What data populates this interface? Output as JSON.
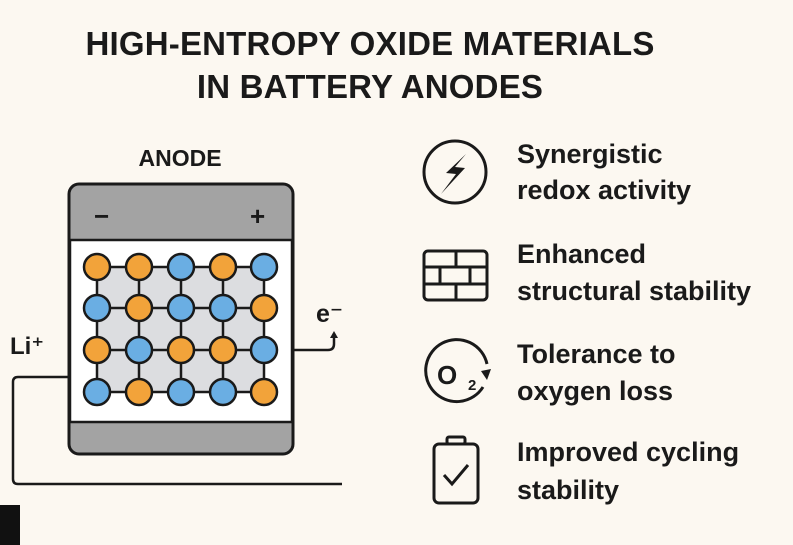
{
  "title": {
    "line1": "HIGH-ENTROPY OXIDE MATERIALS",
    "line2": "IN BATTERY ANODES"
  },
  "anode": {
    "label": "ANODE",
    "minus": "−",
    "plus": "+",
    "li_label": "Li⁺",
    "e_label": "e⁻",
    "lattice": [
      [
        "orange",
        "orange",
        "blue",
        "orange",
        "blue"
      ],
      [
        "blue",
        "orange",
        "blue",
        "blue",
        "orange"
      ],
      [
        "orange",
        "blue",
        "orange",
        "orange",
        "blue"
      ],
      [
        "blue",
        "orange",
        "blue",
        "blue",
        "orange"
      ]
    ],
    "colors": {
      "orange": "#f2a33a",
      "blue": "#6aaee3",
      "casing": "#a3a3a3",
      "lattice_bg": "#dcdde0"
    }
  },
  "features": [
    {
      "icon": "lightning-icon",
      "line1": "Synergistic",
      "line2": "redox activity"
    },
    {
      "icon": "brick-wall-icon",
      "line1": "Enhanced",
      "line2": "structural stability"
    },
    {
      "icon": "oxygen-cycle-icon",
      "line1": "Tolerance to",
      "line2": "oxygen loss",
      "icon_text": "O",
      "icon_sub": "2"
    },
    {
      "icon": "battery-check-icon",
      "line1": "Improved cycling",
      "line2": "stability"
    }
  ]
}
